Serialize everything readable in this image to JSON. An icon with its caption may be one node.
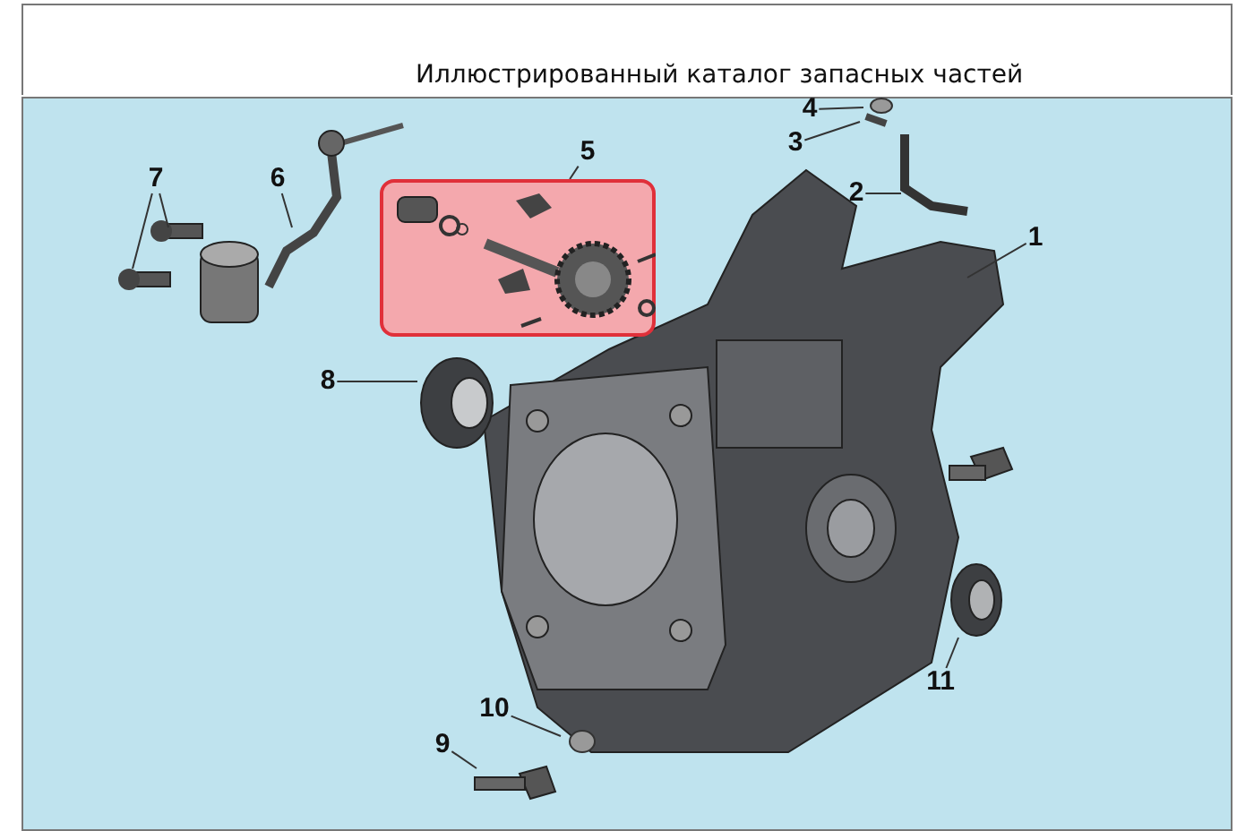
{
  "diagram": {
    "title": "Иллюстрированный каталог запасных частей",
    "nodes": [
      {
        "text": [
          "1"
        ]
      },
      {
        "text": [
          "2"
        ]
      },
      {
        "text": [
          "3"
        ]
      },
      {
        "text": [
          "4"
        ]
      },
      {
        "text": [
          "5"
        ]
      },
      {
        "text": [],
        "shape": "box"
      },
      {
        "text": [
          "6"
        ]
      },
      {
        "text": [
          "7"
        ]
      },
      {
        "text": [
          "8"
        ]
      },
      {
        "text": [
          "9"
        ]
      },
      {
        "text": [
          "10"
        ]
      },
      {
        "text": [
          "11"
        ]
      }
    ],
    "edges": [
      {
        "from": 0,
        "to": null,
        "arrow": "none"
      },
      {
        "from": 1,
        "to": null,
        "arrow": "none"
      },
      {
        "from": 2,
        "to": null,
        "arrow": "none"
      },
      {
        "from": 3,
        "to": null,
        "arrow": "none"
      },
      {
        "from": 4,
        "to": 5,
        "arrow": "none"
      },
      {
        "from": 6,
        "to": null,
        "arrow": "none"
      },
      {
        "from": 7,
        "to": null,
        "arrow": "none"
      },
      {
        "from": 7,
        "to": null,
        "arrow": "none"
      },
      {
        "from": 8,
        "to": null,
        "arrow": "none"
      },
      {
        "from": 9,
        "to": null,
        "arrow": "none"
      },
      {
        "from": 10,
        "to": null,
        "arrow": "none"
      },
      {
        "from": 11,
        "to": null,
        "arrow": "none"
      }
    ]
  }
}
